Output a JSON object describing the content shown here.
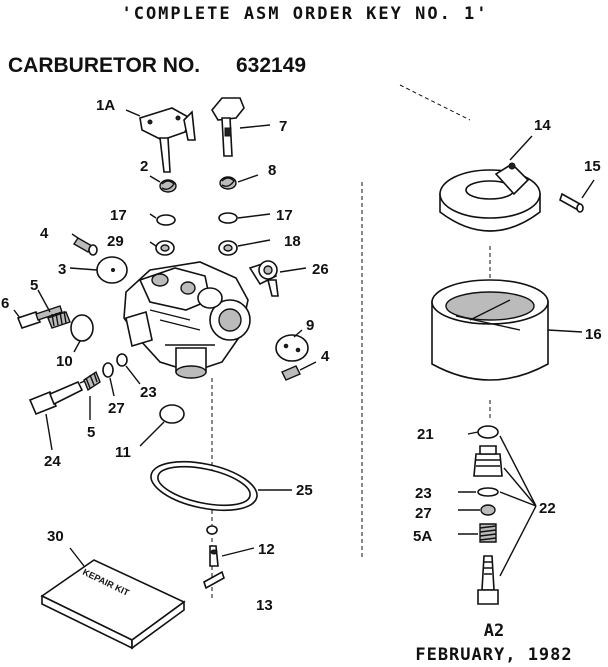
{
  "header": {
    "title": "'COMPLETE ASM ORDER KEY NO. 1'",
    "carb_label": "CARBURETOR NO.",
    "carb_number": "632149"
  },
  "callouts": {
    "c1A": "1A",
    "c7": "7",
    "c14": "14",
    "c15": "15",
    "c2": "2",
    "c8": "8",
    "c17a": "17",
    "c17b": "17",
    "c4a": "4",
    "c29": "29",
    "c18": "18",
    "c26": "26",
    "c3": "3",
    "c6": "6",
    "c5a": "5",
    "c9": "9",
    "c16": "16",
    "c10": "10",
    "c23a": "23",
    "c4b": "4",
    "c27a": "27",
    "c11": "11",
    "c5b": "5",
    "c21": "21",
    "c24": "24",
    "c25": "25",
    "c23b": "23",
    "c22": "22",
    "c27b": "27",
    "c30": "30",
    "c5A": "5A",
    "c12": "12",
    "c13": "13"
  },
  "kit_label": "KEPAIR KIT",
  "footer": {
    "page_code": "A2",
    "date": "FEBRUARY, 1982"
  }
}
